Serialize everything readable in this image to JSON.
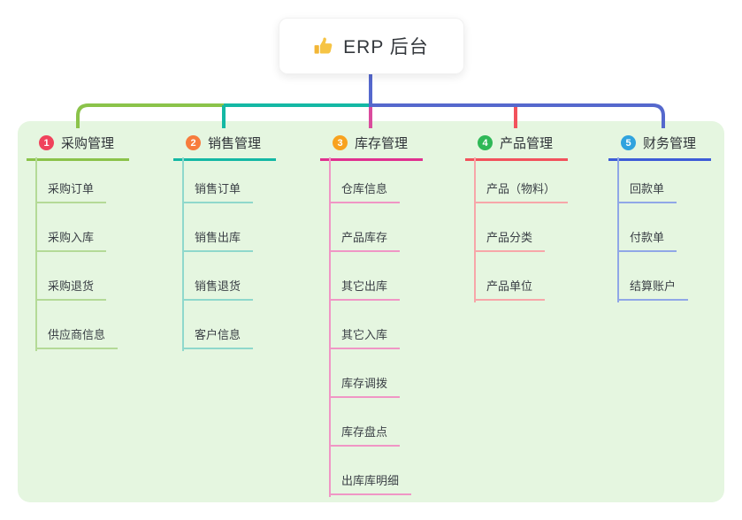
{
  "root": {
    "title": "ERP 后台",
    "icon": "thumbs-up-icon",
    "icon_color": "#f2b636",
    "line_color": "#5568cd"
  },
  "branches": [
    {
      "badge": "1",
      "title": "采购管理",
      "colors": {
        "accent": "#8bc34a",
        "light": "#b4da97",
        "badge": "#f0435c"
      },
      "children": [
        "采购订单",
        "采购入库",
        "采购退货",
        "供应商信息"
      ]
    },
    {
      "badge": "2",
      "title": "销售管理",
      "colors": {
        "accent": "#14b8a4",
        "light": "#8fd8cc",
        "badge": "#f77c3d"
      },
      "children": [
        "销售订单",
        "销售出库",
        "销售退货",
        "客户信息"
      ]
    },
    {
      "badge": "3",
      "title": "库存管理",
      "colors": {
        "accent": "#e0308f",
        "light": "#f096c5",
        "badge": "#f8a21f"
      },
      "children": [
        "仓库信息",
        "产品库存",
        "其它出库",
        "其它入库",
        "库存调拨",
        "库存盘点",
        "出库库明细"
      ]
    },
    {
      "badge": "4",
      "title": "产品管理",
      "colors": {
        "accent": "#f2525c",
        "light": "#f7a6a9",
        "badge": "#2fb857"
      },
      "children": [
        "产品（物料）",
        "产品分类",
        "产品单位"
      ]
    },
    {
      "badge": "5",
      "title": "财务管理",
      "colors": {
        "accent": "#3d5cd7",
        "light": "#90a7e7",
        "badge": "#30a3de"
      },
      "children": [
        "回款单",
        "付款单",
        "结算账户"
      ]
    }
  ]
}
